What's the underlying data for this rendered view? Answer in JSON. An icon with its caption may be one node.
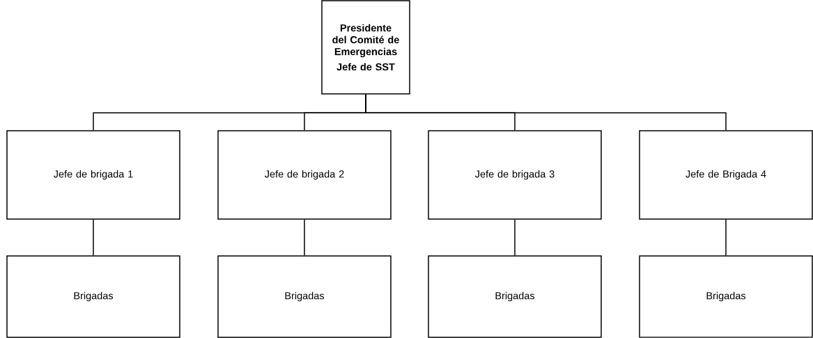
{
  "diagram": {
    "nodes": [
      {
        "text": [
          "Presidente del Comité de Emergencias",
          "Jefe de SST"
        ]
      },
      {
        "text": [
          "Jefe de brigada 1"
        ]
      },
      {
        "text": [
          "Jefe de brigada 2"
        ]
      },
      {
        "text": [
          "Jefe de brigada 3"
        ]
      },
      {
        "text": [
          "Jefe de Brigada 4"
        ]
      },
      {
        "text": [
          "Brigadas"
        ]
      },
      {
        "text": [
          "Brigadas"
        ]
      },
      {
        "text": [
          "Brigadas"
        ]
      },
      {
        "text": [
          "Brigadas"
        ]
      }
    ],
    "edges": [
      {
        "from": 0,
        "to": 1,
        "arrow": "none"
      },
      {
        "from": 0,
        "to": 2,
        "arrow": "none"
      },
      {
        "from": 0,
        "to": 3,
        "arrow": "none"
      },
      {
        "from": 0,
        "to": 4,
        "arrow": "none"
      },
      {
        "from": 1,
        "to": 5,
        "arrow": "none"
      },
      {
        "from": 2,
        "to": 6,
        "arrow": "none"
      },
      {
        "from": 3,
        "to": 7,
        "arrow": "none"
      },
      {
        "from": 4,
        "to": 8,
        "arrow": "none"
      }
    ]
  }
}
